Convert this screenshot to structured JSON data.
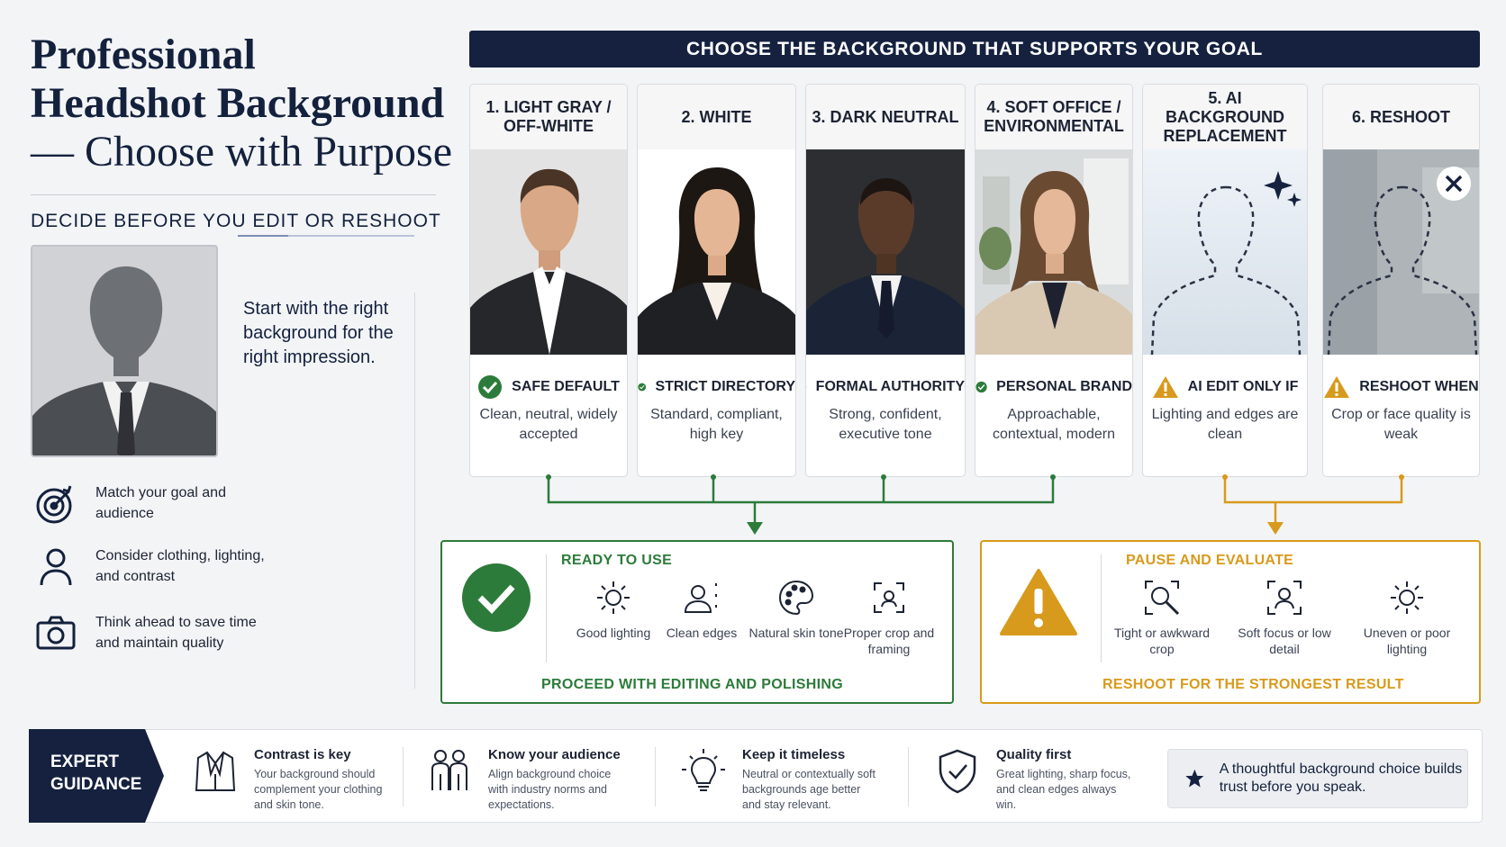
{
  "title": {
    "line1": "Professional",
    "line2": "Headshot Background",
    "line3": "— Choose with Purpose"
  },
  "subtitle": "DECIDE BEFORE YOU EDIT OR RESHOOT",
  "intro": "Start with the right background for the right impression.",
  "tips": [
    {
      "icon": "target-icon",
      "text": "Match your goal and audience"
    },
    {
      "icon": "person-icon",
      "text": "Consider clothing, lighting, and contrast"
    },
    {
      "icon": "camera-icon",
      "text": "Think ahead to save time and maintain quality"
    }
  ],
  "header": "CHOOSE THE BACKGROUND THAT SUPPORTS YOUR GOAL",
  "options": [
    {
      "title": "1. LIGHT GRAY / OFF-WHITE",
      "tag": "SAFE DEFAULT",
      "status": "check",
      "desc": "Clean, neutral, widely accepted"
    },
    {
      "title": "2. WHITE",
      "tag": "STRICT DIRECTORY",
      "status": "check",
      "desc": "Standard, compliant, high key"
    },
    {
      "title": "3. DARK NEUTRAL",
      "tag": "FORMAL AUTHORITY",
      "status": "check",
      "desc": "Strong, confident, executive tone"
    },
    {
      "title": "4. SOFT OFFICE / ENVIRONMENTAL",
      "tag": "PERSONAL BRAND",
      "status": "check",
      "desc": "Approachable, contextual, modern"
    },
    {
      "title": "5. AI BACKGROUND REPLACEMENT",
      "tag": "AI EDIT ONLY IF",
      "status": "warning",
      "desc": "Lighting and edges are clean"
    },
    {
      "title": "6. RESHOOT",
      "tag": "RESHOOT WHEN",
      "status": "warning",
      "desc": "Crop or face quality is weak"
    }
  ],
  "ready": {
    "title": "READY TO USE",
    "footer": "PROCEED WITH EDITING AND POLISHING",
    "items": [
      {
        "icon": "sun-icon",
        "label": "Good lighting"
      },
      {
        "icon": "edge-person-icon",
        "label": "Clean edges"
      },
      {
        "icon": "palette-icon",
        "label": "Natural skin tone"
      },
      {
        "icon": "crop-frame-icon",
        "label": "Proper crop and framing"
      }
    ]
  },
  "evaluate": {
    "title": "PAUSE AND EVALUATE",
    "footer": "RESHOOT FOR THE STRONGEST RESULT",
    "items": [
      {
        "icon": "zoom-crop-icon",
        "label": "Tight or awkward crop"
      },
      {
        "icon": "focus-person-icon",
        "label": "Soft focus or low detail"
      },
      {
        "icon": "sun-icon",
        "label": "Uneven or poor lighting"
      }
    ]
  },
  "expert": {
    "label": "EXPERT GUIDANCE",
    "items": [
      {
        "icon": "blazer-icon",
        "head": "Contrast is key",
        "body": "Your background should complement your clothing and skin tone."
      },
      {
        "icon": "audience-icon",
        "head": "Know your audience",
        "body": "Align background choice with industry norms and expectations."
      },
      {
        "icon": "lightbulb-icon",
        "head": "Keep it timeless",
        "body": "Neutral or contextually soft backgrounds age better and stay relevant."
      },
      {
        "icon": "shield-check-icon",
        "head": "Quality first",
        "body": "Great lighting, sharp focus, and clean edges always win."
      }
    ],
    "quote": "A thoughtful background choice builds trust before you speak."
  },
  "colors": {
    "navy": "#15213f",
    "green": "#2c7b3a",
    "amber": "#d89a1c"
  }
}
